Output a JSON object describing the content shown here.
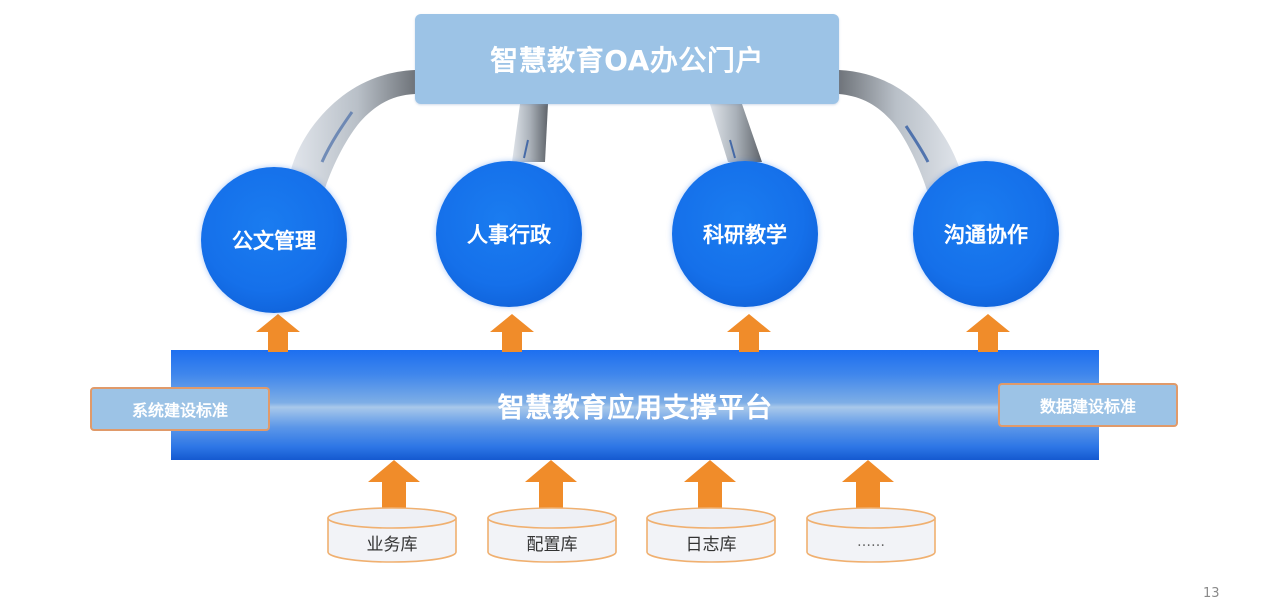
{
  "portal": {
    "title": "智慧教育OA办公门户"
  },
  "modules": [
    {
      "label": "公文管理"
    },
    {
      "label": "人事行政"
    },
    {
      "label": "科研教学"
    },
    {
      "label": "沟通协作"
    }
  ],
  "platform": {
    "title": "智慧教育应用支撑平台"
  },
  "standards": {
    "left": "系统建设标准",
    "right": "数据建设标准"
  },
  "databases": [
    {
      "label": "业务库"
    },
    {
      "label": "配置库"
    },
    {
      "label": "日志库"
    },
    {
      "label": "……"
    }
  ],
  "page_number": "13",
  "colors": {
    "portal_fill": "#9cc3e6",
    "module_blue": "#1570ea",
    "arrow_orange": "#f08c2a",
    "db_border": "#f0b070",
    "db_fill": "#f2f3f7",
    "standard_border": "#e09a6a"
  }
}
